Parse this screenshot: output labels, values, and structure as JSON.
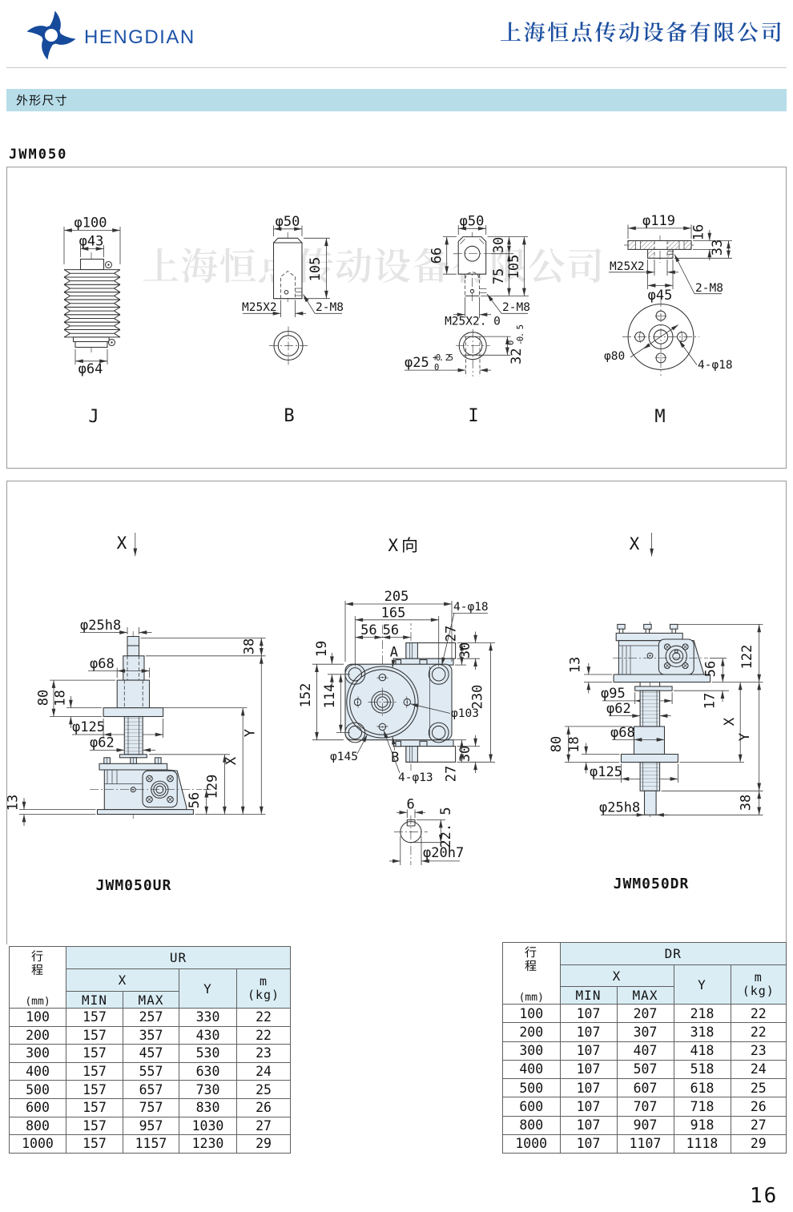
{
  "header": {
    "brand": "HENGDIAN",
    "company_name": "上海恒点传动设备有限公司"
  },
  "section_title": "外形尺寸",
  "model_label": "JWM050",
  "watermark_text": "上海恒点传动设备有限公司",
  "page_number": "16",
  "colors": {
    "brand_blue": "#1b4da1",
    "section_bar_bg": "#b7dde9",
    "table_header_bg": "#daedf5",
    "drawing_fill": "#dfeaf3",
    "line": "#333333",
    "watermark": "#e4e4e4"
  },
  "fittings": {
    "j": {
      "label": "J",
      "dia_top": "φ100",
      "dia_inner": "φ43",
      "dia_bottom": "φ64"
    },
    "b": {
      "label": "B",
      "dia": "φ50",
      "height": "105",
      "thread": "M25X2",
      "tapped": "2-M8"
    },
    "i": {
      "label": "I",
      "dia": "φ50",
      "h_66": "66",
      "h_30": "30",
      "h_75": "75",
      "h_105": "105",
      "tapped": "2-M8",
      "thread": "M25X2. 0",
      "bore": "φ25",
      "bore_tol_upper": "+0. 25",
      "bore_tol_lower": "0",
      "flat": "32",
      "flat_tol_upper": "0",
      "flat_tol_lower": "-0. 5"
    },
    "m": {
      "label": "M",
      "dia": "φ119",
      "t_16": "16",
      "t_33": "33",
      "thread": "M25X2",
      "hub": "φ45",
      "tapped": "2-M8",
      "bolt_circle": "φ80",
      "holes": "4-φ18"
    }
  },
  "assemblies": {
    "view_marker": "X",
    "ur": {
      "label": "JWM050UR",
      "tip": "φ25h8",
      "d68": "φ68",
      "h80": "80",
      "h18": "18",
      "d125": "φ125",
      "d62": "φ62",
      "h13": "13",
      "h38": "38",
      "y": "Y",
      "x": "X",
      "h129": "129",
      "h56": "56"
    },
    "xview": {
      "title": "X向",
      "w205": "205",
      "w165": "165",
      "w56a": "56",
      "w56b": "56",
      "h19": "19",
      "h152": "152",
      "h114": "114",
      "holes18": "4-φ18",
      "t27a": "27",
      "t30a": "30",
      "h230": "230",
      "d103": "φ103",
      "d145": "φ145",
      "a": "A",
      "b": "B",
      "holes13": "4-φ13",
      "t30b": "30",
      "t27b": "27",
      "key_w": "6",
      "key_h": "22. 5",
      "shaft": "φ20h7"
    },
    "dr": {
      "label": "JWM050DR",
      "h13": "13",
      "d95": "φ95",
      "d62": "φ62",
      "d68": "φ68",
      "h80": "80",
      "h18": "18",
      "d125": "φ125",
      "tip": "φ25h8",
      "h122": "122",
      "h56": "56",
      "h17": "17",
      "x": "X",
      "y": "Y",
      "h38": "38"
    }
  },
  "tables": {
    "ur": {
      "stroke_header": "行程",
      "stroke_unit": "(mm)",
      "group_header": "UR",
      "x_header": "X",
      "min_header": "MIN",
      "max_header": "MAX",
      "y_header": "Y",
      "mass_header": "m",
      "mass_unit": "(kg)",
      "rows": [
        [
          "100",
          "157",
          "257",
          "330",
          "22"
        ],
        [
          "200",
          "157",
          "357",
          "430",
          "22"
        ],
        [
          "300",
          "157",
          "457",
          "530",
          "23"
        ],
        [
          "400",
          "157",
          "557",
          "630",
          "24"
        ],
        [
          "500",
          "157",
          "657",
          "730",
          "25"
        ],
        [
          "600",
          "157",
          "757",
          "830",
          "26"
        ],
        [
          "800",
          "157",
          "957",
          "1030",
          "27"
        ],
        [
          "1000",
          "157",
          "1157",
          "1230",
          "29"
        ]
      ]
    },
    "dr": {
      "stroke_header": "行程",
      "stroke_unit": "(mm)",
      "group_header": "DR",
      "x_header": "X",
      "min_header": "MIN",
      "max_header": "MAX",
      "y_header": "Y",
      "mass_header": "m",
      "mass_unit": "(kg)",
      "rows": [
        [
          "100",
          "107",
          "207",
          "218",
          "22"
        ],
        [
          "200",
          "107",
          "307",
          "318",
          "22"
        ],
        [
          "300",
          "107",
          "407",
          "418",
          "23"
        ],
        [
          "400",
          "107",
          "507",
          "518",
          "24"
        ],
        [
          "500",
          "107",
          "607",
          "618",
          "25"
        ],
        [
          "600",
          "107",
          "707",
          "718",
          "26"
        ],
        [
          "800",
          "107",
          "907",
          "918",
          "27"
        ],
        [
          "1000",
          "107",
          "1107",
          "1118",
          "29"
        ]
      ]
    }
  }
}
